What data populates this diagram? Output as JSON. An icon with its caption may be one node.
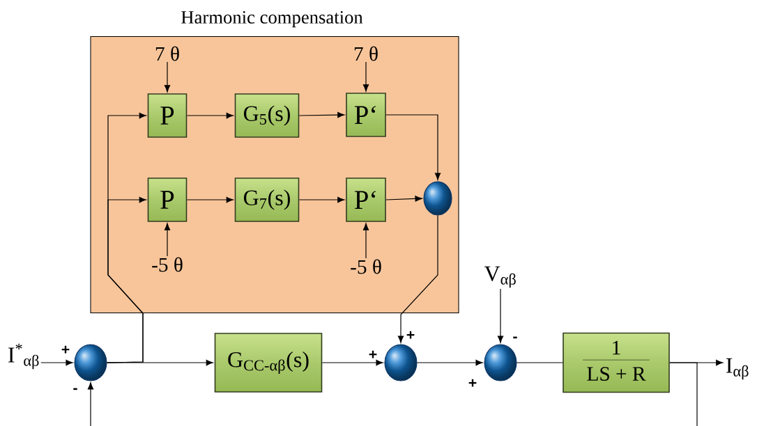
{
  "diagram": {
    "nodes": [
      {
        "text": [
          "Harmonic compensation"
        ]
      },
      {
        "text": [
          "P"
        ],
        "in": 0
      },
      {
        "text": [
          "G$_{5}$(s)"
        ],
        "in": 0
      },
      {
        "text": [
          "P‘"
        ],
        "in": 0
      },
      {
        "text": [
          "P"
        ],
        "in": 0
      },
      {
        "text": [
          "G$_{7}$(s)"
        ],
        "in": 0
      },
      {
        "text": [
          "P‘"
        ],
        "in": 0
      },
      {
        "text": [],
        "shape": "circle",
        "in": 0
      },
      {
        "text": [
          "7 θ"
        ],
        "in": 0
      },
      {
        "text": [
          "7 θ"
        ],
        "in": 0
      },
      {
        "text": [
          "-5 θ"
        ],
        "in": 0
      },
      {
        "text": [
          "-5 θ"
        ],
        "in": 0
      },
      {
        "text": [
          "I$^{*}$$_{αβ}$"
        ]
      },
      {
        "text": [],
        "shape": "circle"
      },
      {
        "text": [
          "G$_{CC-αβ}$(s)"
        ]
      },
      {
        "text": [],
        "shape": "circle"
      },
      {
        "text": [],
        "shape": "circle"
      },
      {
        "text": [
          "V$_{αβ}$"
        ]
      },
      {
        "text": [
          "1",
          "LS + R"
        ]
      },
      {
        "text": [
          "I$_{αβ}$"
        ]
      }
    ],
    "edges": [
      {
        "from": 12,
        "to": 13,
        "arrow": "to"
      },
      {
        "from": null,
        "to": 13,
        "arrow": "to"
      },
      {
        "from": 13,
        "to": 14,
        "arrow": "to"
      },
      {
        "from": 13,
        "to": 1,
        "arrow": "to"
      },
      {
        "from": 13,
        "to": 4,
        "arrow": "to"
      },
      {
        "from": 8,
        "to": 1,
        "arrow": "to"
      },
      {
        "from": 9,
        "to": 3,
        "arrow": "to"
      },
      {
        "from": 10,
        "to": 4,
        "arrow": "to"
      },
      {
        "from": 11,
        "to": 6,
        "arrow": "to"
      },
      {
        "from": 1,
        "to": 2,
        "arrow": "to"
      },
      {
        "from": 2,
        "to": 3,
        "arrow": "to"
      },
      {
        "from": 4,
        "to": 5,
        "arrow": "to"
      },
      {
        "from": 5,
        "to": 6,
        "arrow": "to"
      },
      {
        "from": 3,
        "to": 7,
        "arrow": "to"
      },
      {
        "from": 6,
        "to": 7,
        "arrow": "to"
      },
      {
        "from": 7,
        "to": 15,
        "arrow": "to"
      },
      {
        "from": 14,
        "to": 15,
        "arrow": "to"
      },
      {
        "from": 15,
        "to": 16,
        "arrow": "to"
      },
      {
        "from": 17,
        "to": 16,
        "arrow": "to"
      },
      {
        "from": 16,
        "to": 18,
        "arrow": "none"
      },
      {
        "from": 18,
        "to": 19,
        "arrow": "to"
      },
      {
        "from": 18,
        "to": null,
        "arrow": "none"
      }
    ],
    "labels": [
      "+",
      "-",
      "+",
      "+",
      "-",
      "+"
    ]
  }
}
